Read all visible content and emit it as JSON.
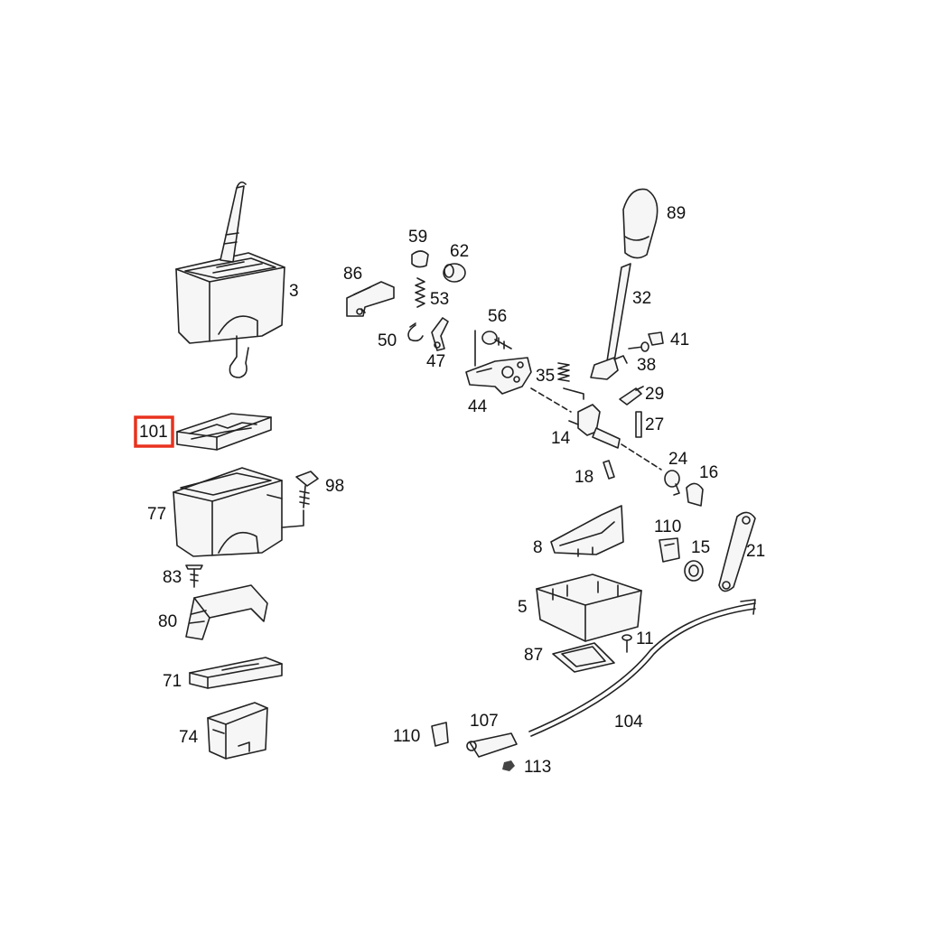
{
  "diagram": {
    "highlight_color": "#e8321e",
    "highlighted_part": "101",
    "labels": {
      "p3": "3",
      "p101": "101",
      "p77": "77",
      "p98": "98",
      "p83": "83",
      "p80": "80",
      "p71": "71",
      "p74": "74",
      "p86": "86",
      "p59": "59",
      "p62": "62",
      "p53": "53",
      "p50": "50",
      "p47": "47",
      "p56": "56",
      "p44": "44",
      "p35": "35",
      "p89": "89",
      "p32": "32",
      "p41": "41",
      "p38": "38",
      "p29": "29",
      "p27": "27",
      "p14": "14",
      "p18": "18",
      "p24": "24",
      "p16": "16",
      "p8": "8",
      "p110a": "110",
      "p15": "15",
      "p21": "21",
      "p5": "5",
      "p87": "87",
      "p11": "11",
      "p104": "104",
      "p110b": "110",
      "p107": "107",
      "p113": "113"
    }
  }
}
